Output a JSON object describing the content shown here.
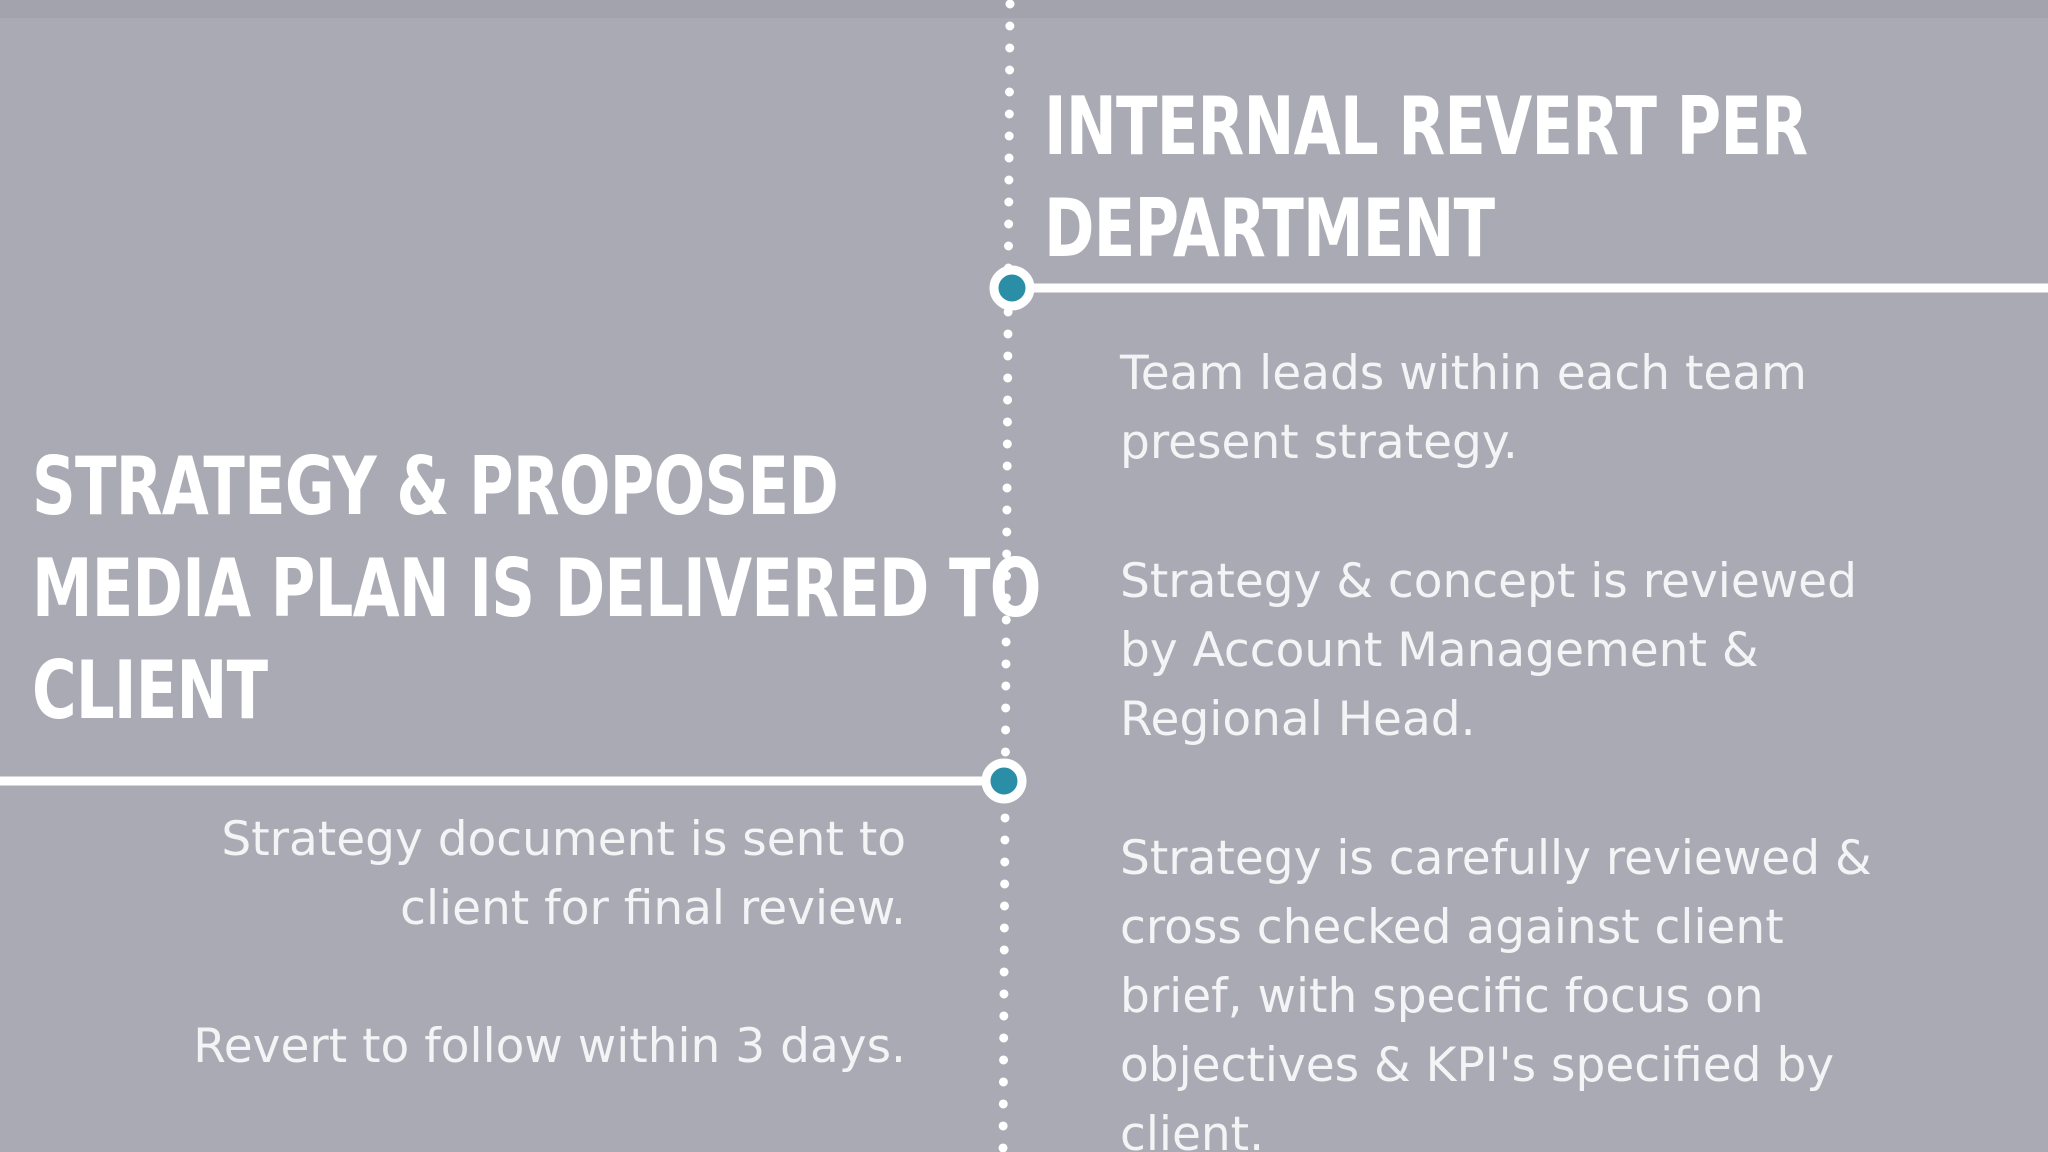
{
  "colors": {
    "background": "#a9aab3",
    "line": "#ffffff",
    "node_fill": "#2a8fa6",
    "text": "#ffffff"
  },
  "stages": {
    "internal_revert": {
      "title_line1": "INTERNAL REVERT PER",
      "title_line2": "DEPARTMENT",
      "items": [
        {
          "line1": "Team leads within each team",
          "line2": "present strategy."
        },
        {
          "line1": "Strategy & concept is reviewed",
          "line2": "by Account Management &",
          "line3": "Regional Head."
        },
        {
          "line1": "Strategy is carefully reviewed &",
          "line2": "cross checked against client",
          "line3": "brief, with specific focus on",
          "line4": "objectives & KPI's specified by",
          "line5": "client."
        }
      ]
    },
    "delivery": {
      "title_line1": "STRATEGY & PROPOSED",
      "title_line2": "MEDIA PLAN IS DELIVERED TO",
      "title_line3": "CLIENT",
      "items": [
        {
          "line1": "Strategy document is sent to",
          "line2": "client for final review."
        },
        {
          "line1": "Revert to follow within 3 days."
        }
      ]
    }
  }
}
